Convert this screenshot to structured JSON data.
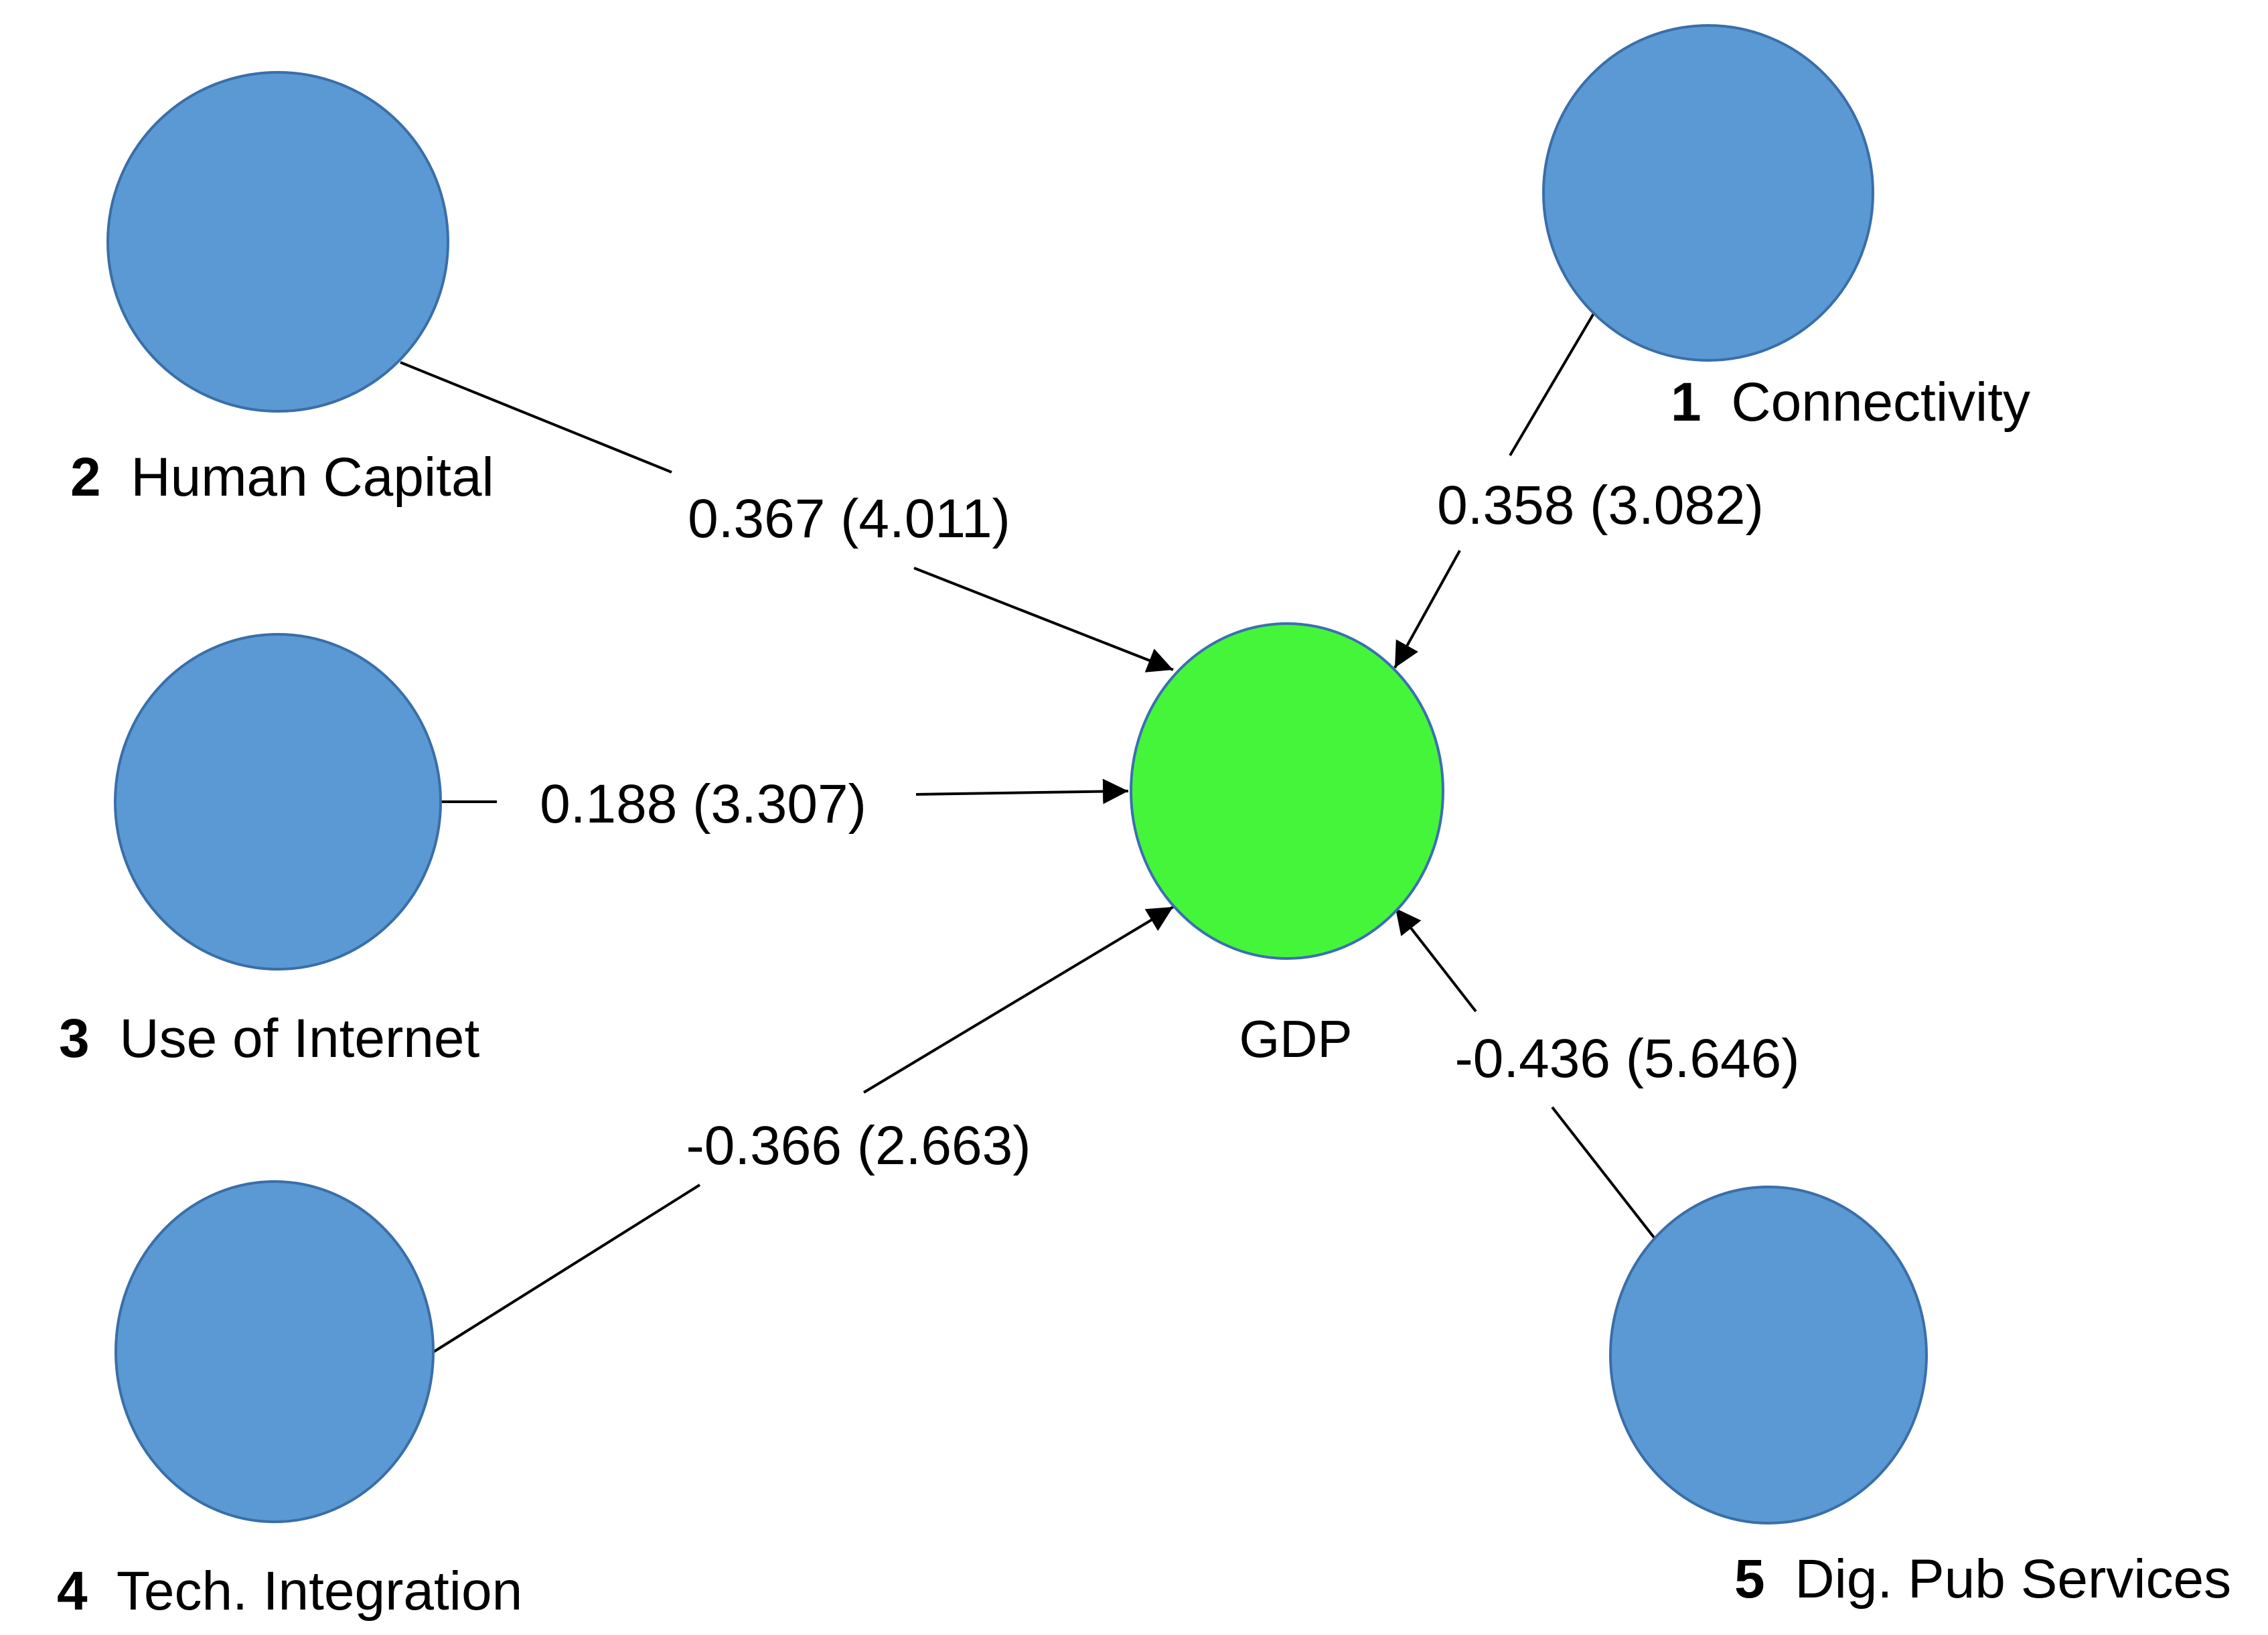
{
  "center": {
    "label": "GDP",
    "fill": "#44f53a",
    "stroke": "#3b6fb0"
  },
  "node_style": {
    "fill": "#5b99d4",
    "stroke": "#3a6ea8"
  },
  "nodes": [
    {
      "id": "connectivity",
      "number": "1",
      "label": "Connectivity",
      "coefficient": "0.358 (3.082)"
    },
    {
      "id": "human-capital",
      "number": "2",
      "label": "Human Capital",
      "coefficient": "0.367 (4.011)"
    },
    {
      "id": "use-of-internet",
      "number": "3",
      "label": "Use of Internet",
      "coefficient": "0.188 (3.307)"
    },
    {
      "id": "tech-integration",
      "number": "4",
      "label": "Tech. Integration",
      "coefficient": "-0.366 (2.663)"
    },
    {
      "id": "dig-pub-services",
      "number": "5",
      "label": "Dig. Pub Services",
      "coefficient": "-0.436 (5.646)"
    }
  ]
}
